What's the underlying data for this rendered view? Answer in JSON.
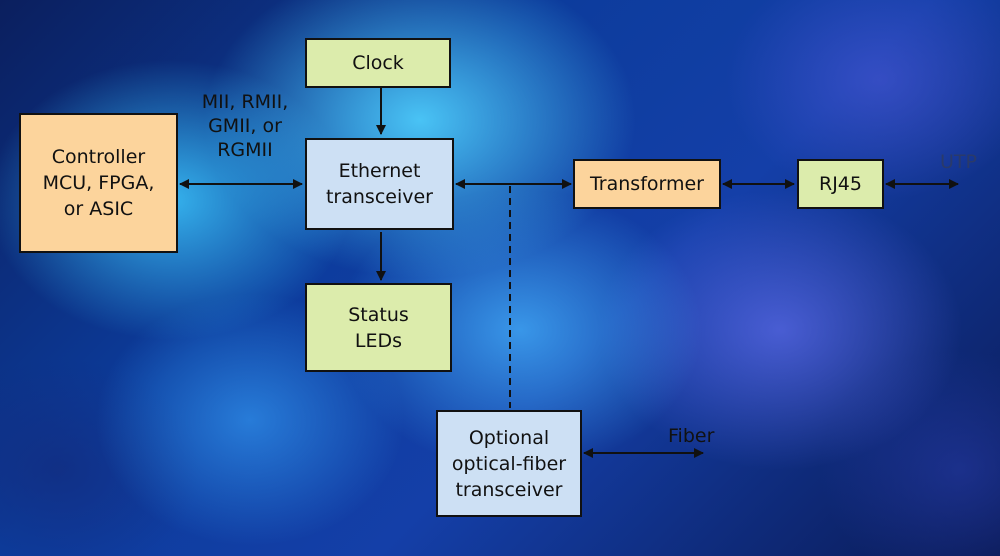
{
  "blocks": {
    "clock": "Clock",
    "controller": "Controller\nMCU, FPGA,\nor ASIC",
    "ethernet": "Ethernet\ntransceiver",
    "status": "Status\nLEDs",
    "transformer": "Transformer",
    "rj45": "RJ45",
    "optical": "Optional\noptical-fiber\ntransceiver"
  },
  "labels": {
    "interface": "MII, RMII,\nGMII, or\nRGMII",
    "utp": "UTP",
    "fiber": "Fiber"
  },
  "colors": {
    "green_block": "#dcecac",
    "orange_block": "#fcd49c",
    "blue_block": "#cde0f4"
  }
}
